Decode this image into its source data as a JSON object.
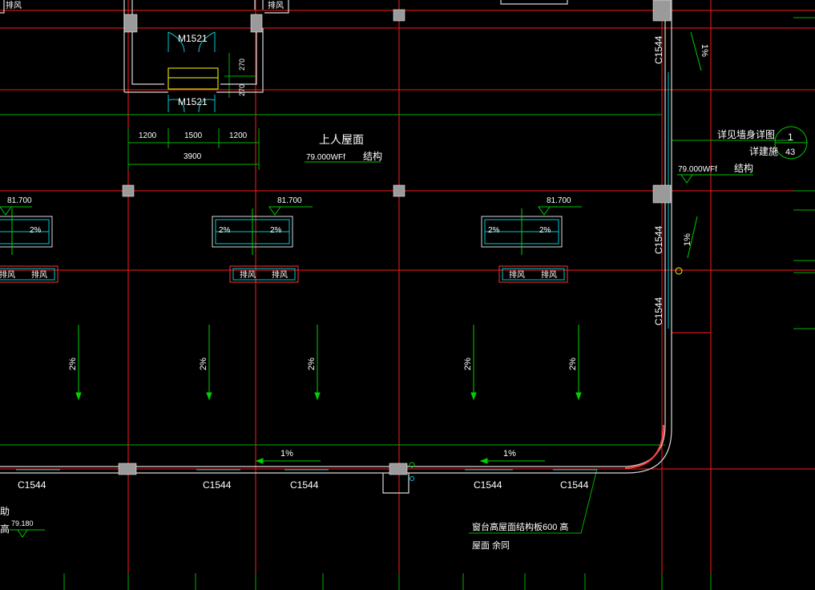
{
  "labels": {
    "door_top": "M1521",
    "door_bottom": "M1521",
    "dim_left": "1200",
    "dim_mid": "1500",
    "dim_right": "1200",
    "dim_total": "3900",
    "dim_v1": "270",
    "dim_v2": "270",
    "roof_title": "上人屋面",
    "roof_elev": "79.000WFf",
    "roof_struct": "结构",
    "right_elev": "79.000WFf",
    "right_struct": "结构",
    "detail_note": "详见墙身详图",
    "detail_note2": "详建施",
    "detail_num": "1",
    "detail_sheet": "43",
    "elev_a": "81.700",
    "elev_b": "81.700",
    "elev_c": "81.700",
    "paiqi": "排风",
    "vent_slope": "2%",
    "slope_2": "2%",
    "slope_1": "1%",
    "win_c1544": "C1544",
    "elev_bottom_left": "79.180",
    "left_frag_1": "助",
    "left_frag_2": "高",
    "note_line1": "窗台高屋面结构板600  高",
    "note_line2": "屋面 余同"
  },
  "colors": {
    "background": "#000000",
    "axis_red": "#ff0000",
    "wall_white": "#d8d8d8",
    "glazing_cyan": "#00d0d8",
    "green": "#00c800",
    "text_white": "#ffffff",
    "yellow": "#ffff00",
    "column_gray": "#9a9a9a"
  }
}
